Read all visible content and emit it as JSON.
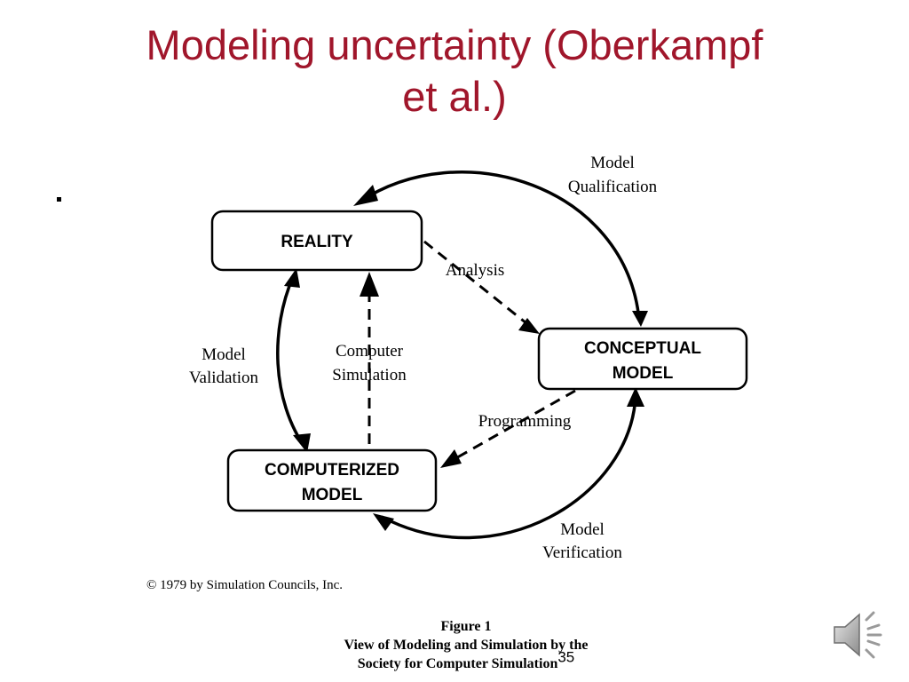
{
  "title": {
    "line1": "Modeling uncertainty (Oberkampf",
    "line2": "et al.)"
  },
  "bullet": "",
  "diagram": {
    "nodes": {
      "reality": "REALITY",
      "conceptual_line1": "CONCEPTUAL",
      "conceptual_line2": "MODEL",
      "computerized_line1": "COMPUTERIZED",
      "computerized_line2": "MODEL"
    },
    "edges": {
      "qualification_line1": "Model",
      "qualification_line2": "Qualification",
      "analysis": "Analysis",
      "validation_line1": "Model",
      "validation_line2": "Validation",
      "simulation_line1": "Computer",
      "simulation_line2": "Simulation",
      "programming": "Programming",
      "verification_line1": "Model",
      "verification_line2": "Verification"
    }
  },
  "copyright": "© 1979 by Simulation Councils, Inc.",
  "caption": {
    "line1": "Figure 1",
    "line2": "View of Modeling and Simulation by the",
    "line3": "Society for Computer Simulation",
    "page_number": "35"
  },
  "icons": {
    "audio": "speaker-icon"
  }
}
